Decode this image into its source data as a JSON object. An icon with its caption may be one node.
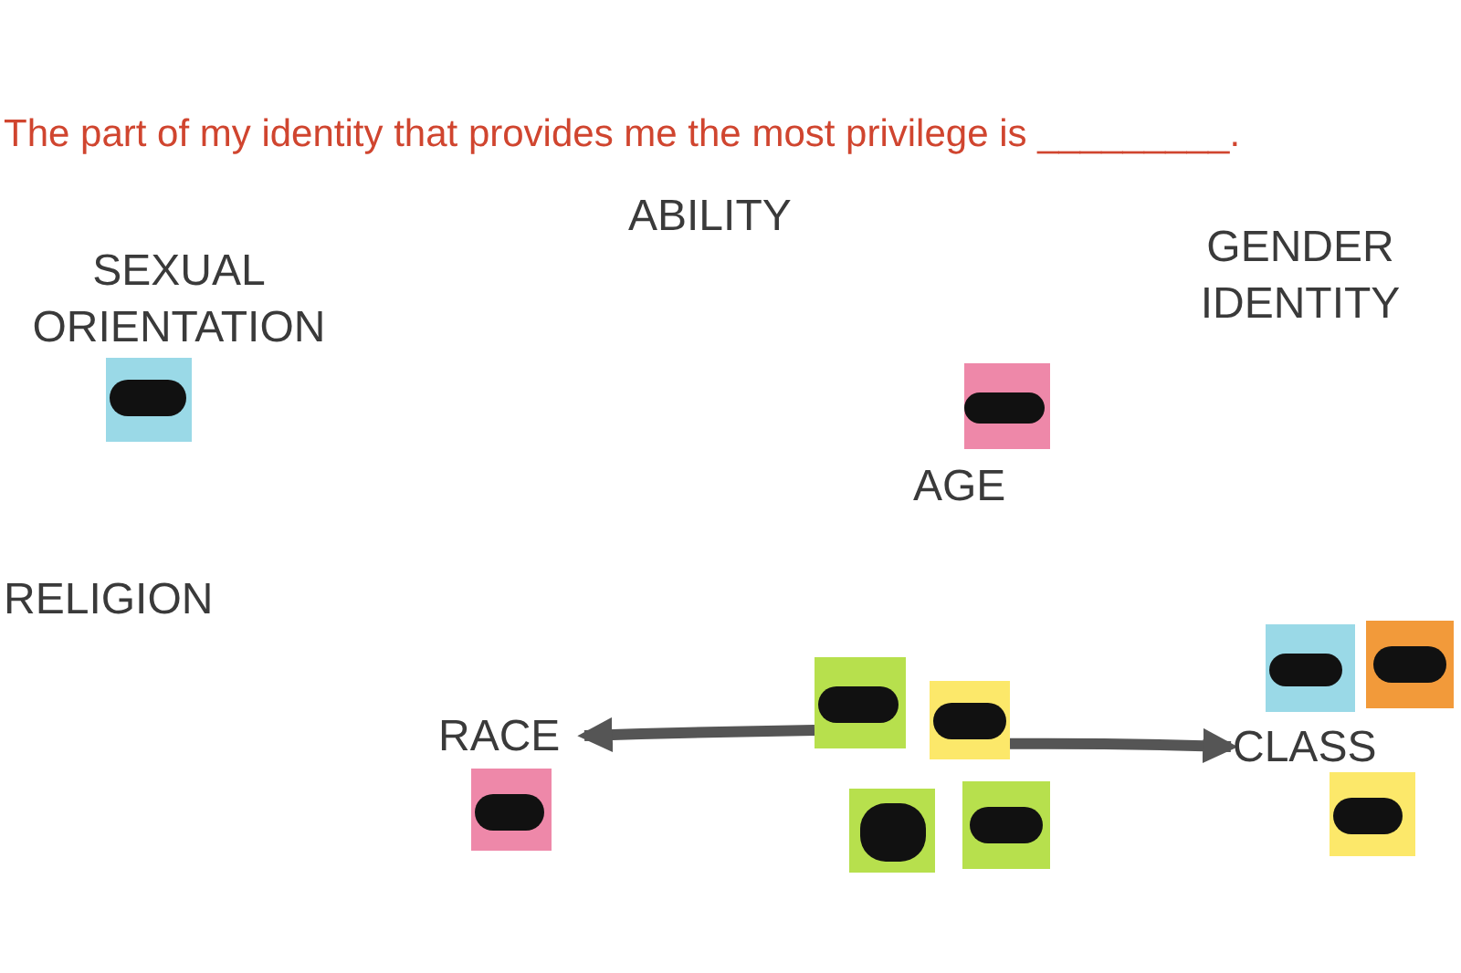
{
  "diagram": {
    "title": "The part of my identity that provides me the most privilege is _________.",
    "nodes": [
      {
        "text": [],
        "shape": "box"
      },
      {
        "text": [],
        "shape": "box"
      },
      {
        "text": [],
        "shape": "box"
      },
      {
        "text": [],
        "shape": "box"
      },
      {
        "text": [],
        "shape": "box"
      },
      {
        "text": [],
        "shape": "box"
      },
      {
        "text": [
          "RACE"
        ]
      },
      {
        "text": [
          "CLASS"
        ]
      },
      {
        "text": [],
        "shape": "box"
      },
      {
        "text": [],
        "shape": "box"
      },
      {
        "text": [],
        "shape": "box"
      },
      {
        "text": [],
        "shape": "box"
      }
    ],
    "edges": [
      {
        "from": 4,
        "to": 6,
        "arrow": "to"
      },
      {
        "from": 5,
        "to": 7,
        "arrow": "to"
      }
    ],
    "labels": [
      "ABILITY",
      "GENDER IDENTITY",
      "SEXUAL ORIENTATION",
      "AGE",
      "RELIGION"
    ]
  }
}
